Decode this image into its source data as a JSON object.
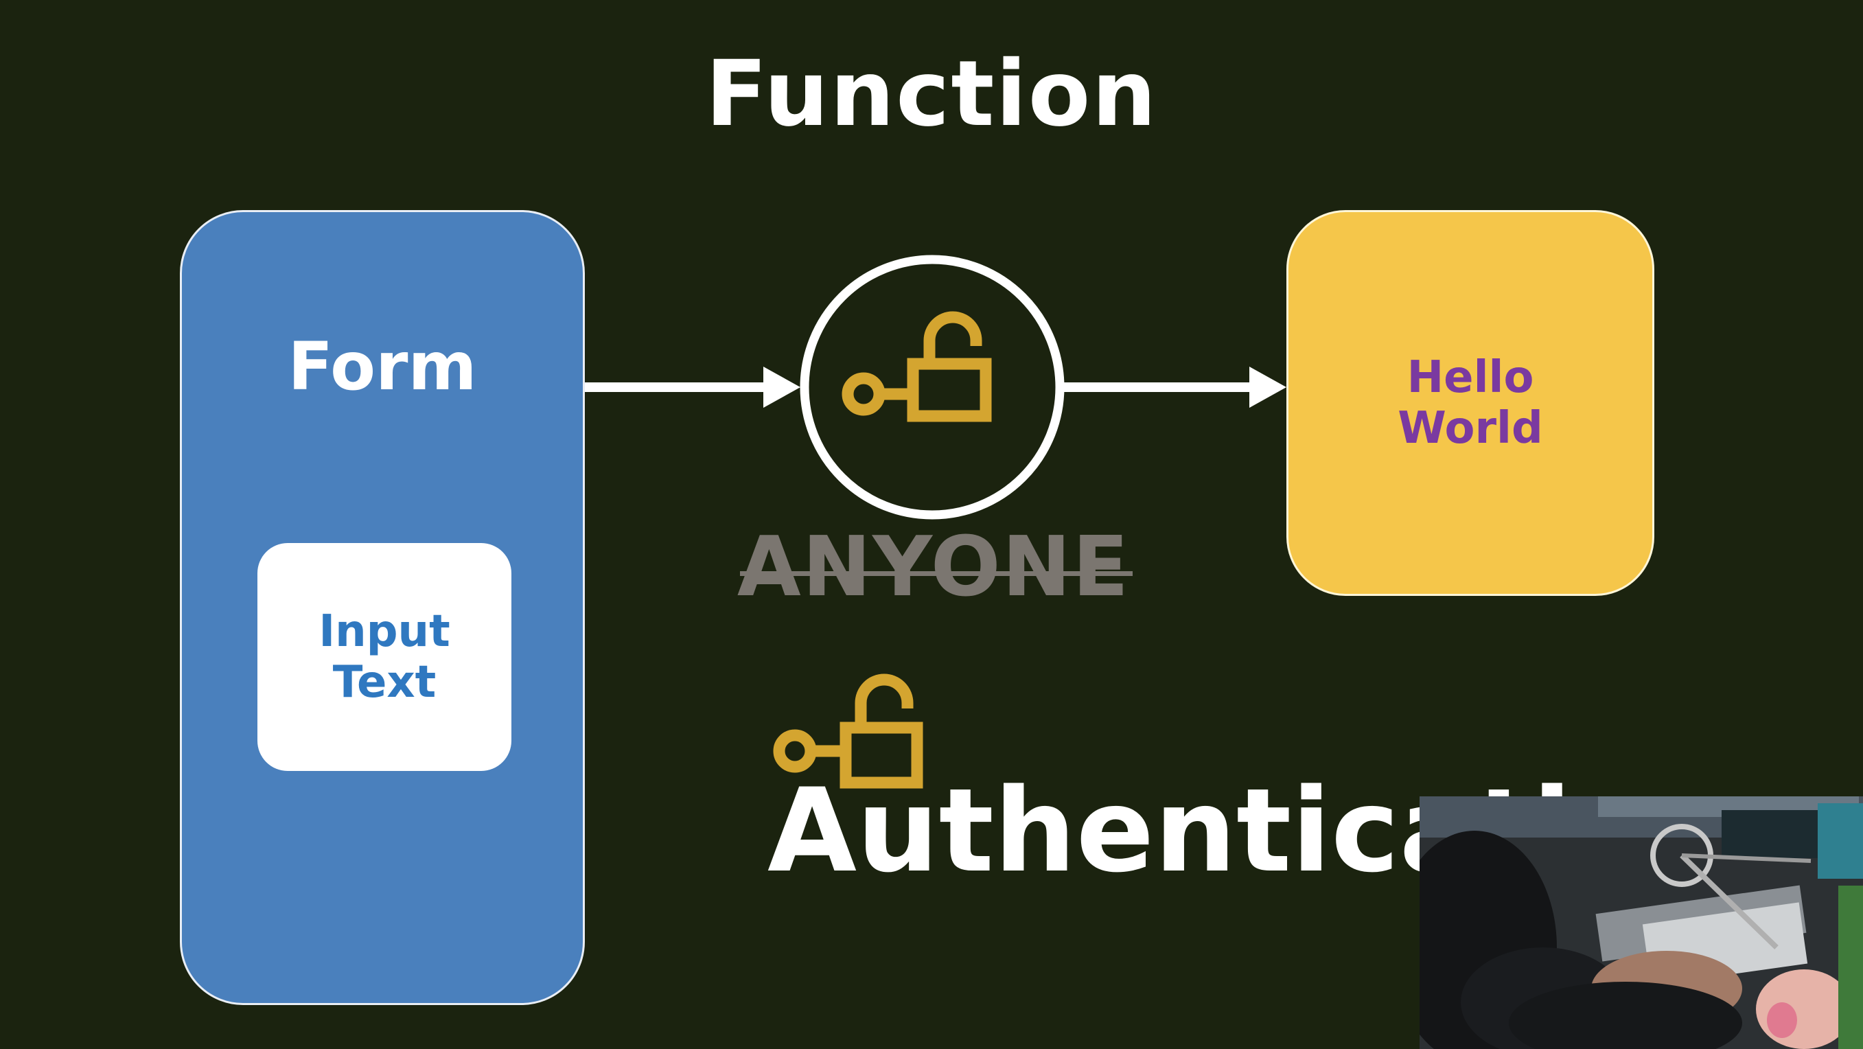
{
  "slide": {
    "title": "Function",
    "form": {
      "label": "Form",
      "input_line1": "Input",
      "input_line2": "Text"
    },
    "output": {
      "line1": "Hello",
      "line2": "World"
    },
    "anyone_label": "ANYONE",
    "auth_label": "Authenticati",
    "icons": {
      "center": "unlock-key-icon",
      "auth": "unlock-key-icon"
    },
    "colors": {
      "background": "#1b230f",
      "form": "#4a80bd",
      "output": "#f5c64a",
      "icon": "#d4a530",
      "hello_text": "#7a3aa0",
      "input_text": "#2f78c0",
      "anyone_text": "#7b7670"
    }
  }
}
